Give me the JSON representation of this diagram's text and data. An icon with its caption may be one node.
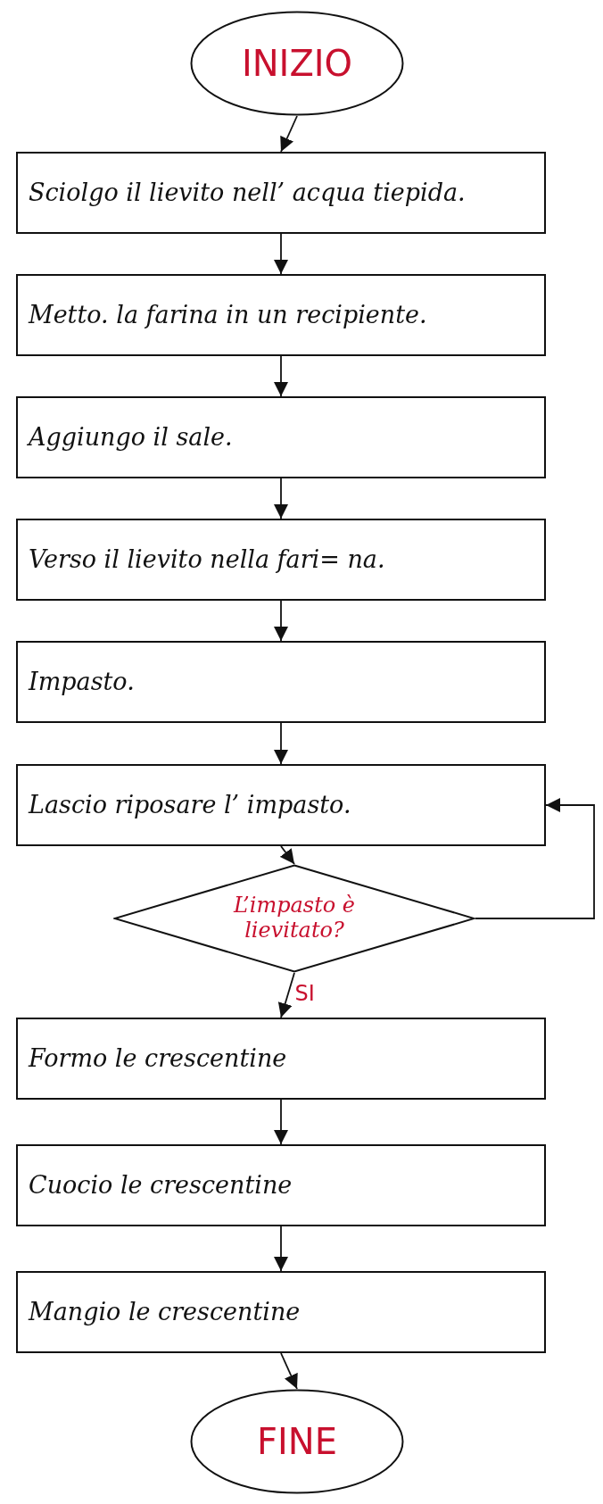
{
  "diagram": {
    "nodes": [
      {
        "text": [
          "INIZIO"
        ]
      },
      {
        "text": [
          "Sciolgo il lievito nell’ acqua tiepida."
        ]
      },
      {
        "text": [
          "Metto. la farina in un recipiente."
        ]
      },
      {
        "text": [
          "Aggiungo il sale."
        ]
      },
      {
        "text": [
          "Verso il lievito nella fari= na."
        ]
      },
      {
        "text": [
          "Impasto."
        ]
      },
      {
        "text": [
          "Lascio riposare l’ impasto."
        ]
      },
      {
        "text": [
          "L’impasto è lievitato?"
        ]
      },
      {
        "text": [
          "Formo le crescentine"
        ]
      },
      {
        "text": [
          "Cuocio le crescentine"
        ]
      },
      {
        "text": [
          "Mangio le crescentine"
        ]
      },
      {
        "text": [
          "FINE"
        ]
      }
    ],
    "edges": [
      {
        "from": 0,
        "to": 1,
        "arrow": "to"
      },
      {
        "from": 1,
        "to": 2,
        "arrow": "to"
      },
      {
        "from": 2,
        "to": 3,
        "arrow": "to"
      },
      {
        "from": 3,
        "to": 4,
        "arrow": "to"
      },
      {
        "from": 4,
        "to": 5,
        "arrow": "to"
      },
      {
        "from": 5,
        "to": 6,
        "arrow": "to"
      },
      {
        "from": 6,
        "to": 7,
        "arrow": "to"
      },
      {
        "from": 7,
        "to": 8,
        "arrow": "to",
        "label": "SI"
      },
      {
        "from": 8,
        "to": 9,
        "arrow": "to"
      },
      {
        "from": 9,
        "to": 10,
        "arrow": "to"
      },
      {
        "from": 10,
        "to": 11,
        "arrow": "to"
      },
      {
        "from": 7,
        "to": 6,
        "arrow": "to"
      }
    ]
  }
}
